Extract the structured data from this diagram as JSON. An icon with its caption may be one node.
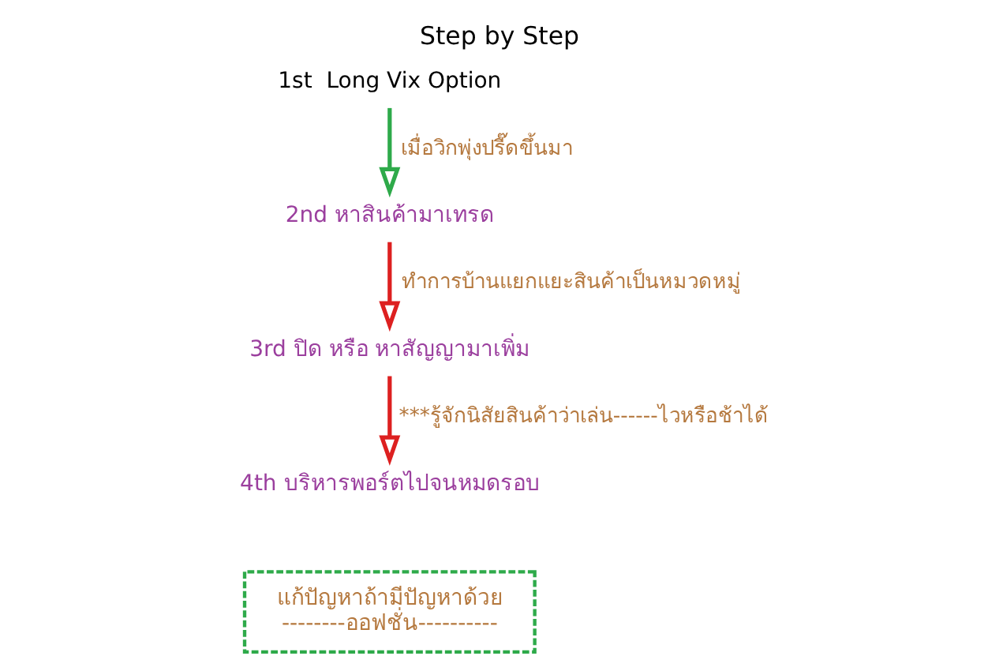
{
  "diagram": {
    "title": "Step by Step",
    "nodes": [
      {
        "text": [
          "1st  Long Vix Option"
        ]
      },
      {
        "text": [
          "2nd หาสินค้ามาเทรด"
        ]
      },
      {
        "text": [
          "3rd ปิด หรือ หาสัญญามาเพิ่ม"
        ]
      },
      {
        "text": [
          "4th บริหารพอร์ตไปจนหมดรอบ"
        ]
      },
      {
        "text": [
          "แก้ปัญหาถ้ามีปัญหาด้วย",
          "--------ออฟชั่น----------"
        ]
      }
    ],
    "edges": [
      {
        "from": 0,
        "to": 1,
        "arrow": "to",
        "label": "เมื่อวิกพุ่งปรี๊ดขึ้นมา",
        "color": "#2eaa4a"
      },
      {
        "from": 1,
        "to": 2,
        "arrow": "to",
        "label": "ทำการบ้านแยกแยะสินค้าเป็นหมวดหมู่"
      },
      {
        "from": 2,
        "to": 3,
        "arrow": "to",
        "label": "***รู้จักนิสัยสินค้าว่าเล่น------ไวหรือช้าได้"
      }
    ]
  }
}
